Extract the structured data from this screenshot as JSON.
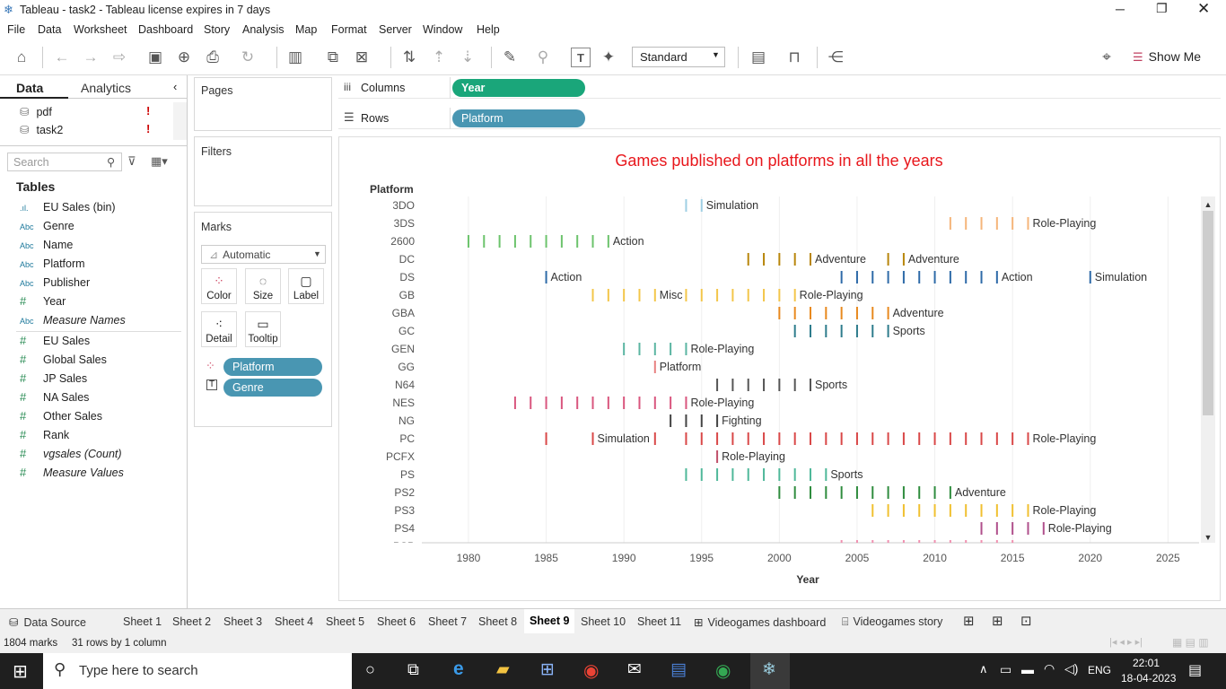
{
  "window": {
    "title": "Tableau - task2 - Tableau license expires in 7 days"
  },
  "menu": [
    "File",
    "Data",
    "Worksheet",
    "Dashboard",
    "Story",
    "Analysis",
    "Map",
    "Format",
    "Server",
    "Window",
    "Help"
  ],
  "toolbar": {
    "view_size": "Standard",
    "show_me": "Show Me"
  },
  "left": {
    "tab_data": "Data",
    "tab_analytics": "Analytics",
    "sources": [
      "pdf",
      "task2"
    ],
    "search_placeholder": "Search",
    "tables_heading": "Tables",
    "fields": [
      {
        "type": "bin",
        "name": "EU Sales (bin)"
      },
      {
        "type": "Abc",
        "name": "Genre"
      },
      {
        "type": "Abc",
        "name": "Name"
      },
      {
        "type": "Abc",
        "name": "Platform"
      },
      {
        "type": "Abc",
        "name": "Publisher"
      },
      {
        "type": "#",
        "name": "Year"
      },
      {
        "type": "Abc",
        "name": "Measure Names"
      }
    ],
    "measures": [
      {
        "type": "#",
        "name": "EU Sales"
      },
      {
        "type": "#",
        "name": "Global Sales"
      },
      {
        "type": "#",
        "name": "JP Sales"
      },
      {
        "type": "#",
        "name": "NA Sales"
      },
      {
        "type": "#",
        "name": "Other Sales"
      },
      {
        "type": "#",
        "name": "Rank"
      },
      {
        "type": "#",
        "name": "vgsales (Count)"
      },
      {
        "type": "#",
        "name": "Measure Values"
      }
    ]
  },
  "shelves": {
    "pages": "Pages",
    "filters": "Filters",
    "marks": "Marks",
    "mark_type": "Automatic",
    "mark_buttons": [
      "Color",
      "Size",
      "Label",
      "Detail",
      "Tooltip"
    ],
    "mark_pills": [
      "Platform",
      "Genre"
    ],
    "columns_label": "Columns",
    "columns_pill": "Year",
    "rows_label": "Rows",
    "rows_pill": "Platform",
    "columns_color": "#1aa67a",
    "rows_color": "#4996b2"
  },
  "chart_data": {
    "type": "scatter",
    "title": "Games published on platforms in all the years",
    "title_color": "#e8171c",
    "xlabel": "Year",
    "ylabel": "Platform",
    "xlim": [
      1977,
      2027
    ],
    "xticks": [
      1980,
      1985,
      1990,
      1995,
      2000,
      2005,
      2010,
      2015,
      2020,
      2025
    ],
    "rows": [
      {
        "platform": "3DO",
        "color": "#9fcfe4",
        "years": [
          1994,
          1995
        ],
        "labels": [
          {
            "year": 1995,
            "text": "Simulation"
          }
        ]
      },
      {
        "platform": "3DS",
        "color": "#f5b57a",
        "years": [
          2011,
          2012,
          2013,
          2014,
          2015,
          2016
        ],
        "labels": [
          {
            "year": 2016,
            "text": "Role-Playing"
          }
        ]
      },
      {
        "platform": "2600",
        "color": "#6cc36c",
        "years": [
          1980,
          1981,
          1982,
          1983,
          1984,
          1985,
          1986,
          1987,
          1988,
          1989
        ],
        "labels": [
          {
            "year": 1989,
            "text": "Action"
          }
        ]
      },
      {
        "platform": "DC",
        "color": "#b8860b",
        "years": [
          1998,
          1999,
          2000,
          2001,
          2002,
          2007,
          2008
        ],
        "labels": [
          {
            "year": 2002,
            "text": "Adventure"
          },
          {
            "year": 2008,
            "text": "Adventure"
          }
        ]
      },
      {
        "platform": "DS",
        "color": "#2e6aa8",
        "years": [
          1985,
          2004,
          2005,
          2006,
          2007,
          2008,
          2009,
          2010,
          2011,
          2012,
          2013,
          2014,
          2020
        ],
        "labels": [
          {
            "year": 1985,
            "text": "Action"
          },
          {
            "year": 2014,
            "text": "Action"
          },
          {
            "year": 2020,
            "text": "Simulation"
          }
        ]
      },
      {
        "platform": "GB",
        "color": "#f3c64a",
        "years": [
          1988,
          1989,
          1990,
          1991,
          1992,
          1994,
          1995,
          1996,
          1997,
          1998,
          1999,
          2000,
          2001
        ],
        "labels": [
          {
            "year": 1992,
            "text": "Misc"
          },
          {
            "year": 2001,
            "text": "Role-Playing"
          }
        ]
      },
      {
        "platform": "GBA",
        "color": "#e8891e",
        "years": [
          2000,
          2001,
          2002,
          2003,
          2004,
          2005,
          2006,
          2007
        ],
        "labels": [
          {
            "year": 2007,
            "text": "Adventure"
          }
        ]
      },
      {
        "platform": "GC",
        "color": "#2e7c8c",
        "years": [
          2001,
          2002,
          2003,
          2004,
          2005,
          2006,
          2007
        ],
        "labels": [
          {
            "year": 2007,
            "text": "Sports"
          }
        ]
      },
      {
        "platform": "GEN",
        "color": "#5bb5a2",
        "years": [
          1990,
          1991,
          1992,
          1993,
          1994
        ],
        "labels": [
          {
            "year": 1994,
            "text": "Role-Playing"
          }
        ]
      },
      {
        "platform": "GG",
        "color": "#e88080",
        "years": [
          1992
        ],
        "labels": [
          {
            "year": 1992,
            "text": "Platform"
          }
        ]
      },
      {
        "platform": "N64",
        "color": "#555555",
        "years": [
          1996,
          1997,
          1998,
          1999,
          2000,
          2001,
          2002
        ],
        "labels": [
          {
            "year": 2002,
            "text": "Sports"
          }
        ]
      },
      {
        "platform": "NES",
        "color": "#d9567e",
        "years": [
          1983,
          1984,
          1985,
          1986,
          1987,
          1988,
          1989,
          1990,
          1991,
          1992,
          1993,
          1994
        ],
        "labels": [
          {
            "year": 1994,
            "text": "Role-Playing"
          }
        ]
      },
      {
        "platform": "NG",
        "color": "#444444",
        "years": [
          1993,
          1994,
          1995,
          1996
        ],
        "labels": [
          {
            "year": 1996,
            "text": "Fighting"
          }
        ]
      },
      {
        "platform": "PC",
        "color": "#d94848",
        "years": [
          1985,
          1988,
          1992,
          1994,
          1995,
          1996,
          1997,
          1998,
          1999,
          2000,
          2001,
          2002,
          2003,
          2004,
          2005,
          2006,
          2007,
          2008,
          2009,
          2010,
          2011,
          2012,
          2013,
          2014,
          2015,
          2016
        ],
        "labels": [
          {
            "year": 1988,
            "text": "Simulation"
          },
          {
            "year": 2016,
            "text": "Role-Playing"
          }
        ]
      },
      {
        "platform": "PCFX",
        "color": "#c0506a",
        "years": [
          1996
        ],
        "labels": [
          {
            "year": 1996,
            "text": "Role-Playing"
          }
        ]
      },
      {
        "platform": "PS",
        "color": "#4fb89a",
        "years": [
          1994,
          1995,
          1996,
          1997,
          1998,
          1999,
          2000,
          2001,
          2002,
          2003
        ],
        "labels": [
          {
            "year": 2003,
            "text": "Sports"
          }
        ]
      },
      {
        "platform": "PS2",
        "color": "#2f8c3e",
        "years": [
          2000,
          2001,
          2002,
          2003,
          2004,
          2005,
          2006,
          2007,
          2008,
          2009,
          2010,
          2011
        ],
        "labels": [
          {
            "year": 2011,
            "text": "Adventure"
          }
        ]
      },
      {
        "platform": "PS3",
        "color": "#f0c030",
        "years": [
          2006,
          2007,
          2008,
          2009,
          2010,
          2011,
          2012,
          2013,
          2014,
          2015,
          2016
        ],
        "labels": [
          {
            "year": 2016,
            "text": "Role-Playing"
          }
        ]
      },
      {
        "platform": "PS4",
        "color": "#b0508c",
        "years": [
          2013,
          2014,
          2015,
          2016,
          2017
        ],
        "labels": [
          {
            "year": 2017,
            "text": "Role-Playing"
          }
        ]
      },
      {
        "platform": "PSP",
        "color": "#f090b0",
        "years": [
          2004,
          2005,
          2006,
          2007,
          2008,
          2009,
          2010,
          2011,
          2012,
          2013,
          2014,
          2015
        ],
        "labels": []
      }
    ]
  },
  "bottom_tabs": {
    "data_source": "Data Source",
    "sheets": [
      "Sheet 1",
      "Sheet 2",
      "Sheet 3",
      "Sheet 4",
      "Sheet 5",
      "Sheet 6",
      "Sheet 7",
      "Sheet 8",
      "Sheet 9",
      "Sheet 10",
      "Sheet 11"
    ],
    "active": "Sheet 9",
    "dashboard": "Videogames dashboard",
    "story": "Videogames story"
  },
  "status": {
    "marks": "1804 marks",
    "rows": "31 rows by 1 column"
  },
  "taskbar": {
    "search_placeholder": "Type here to search",
    "lang": "ENG",
    "time": "22:01",
    "date": "18-04-2023"
  }
}
